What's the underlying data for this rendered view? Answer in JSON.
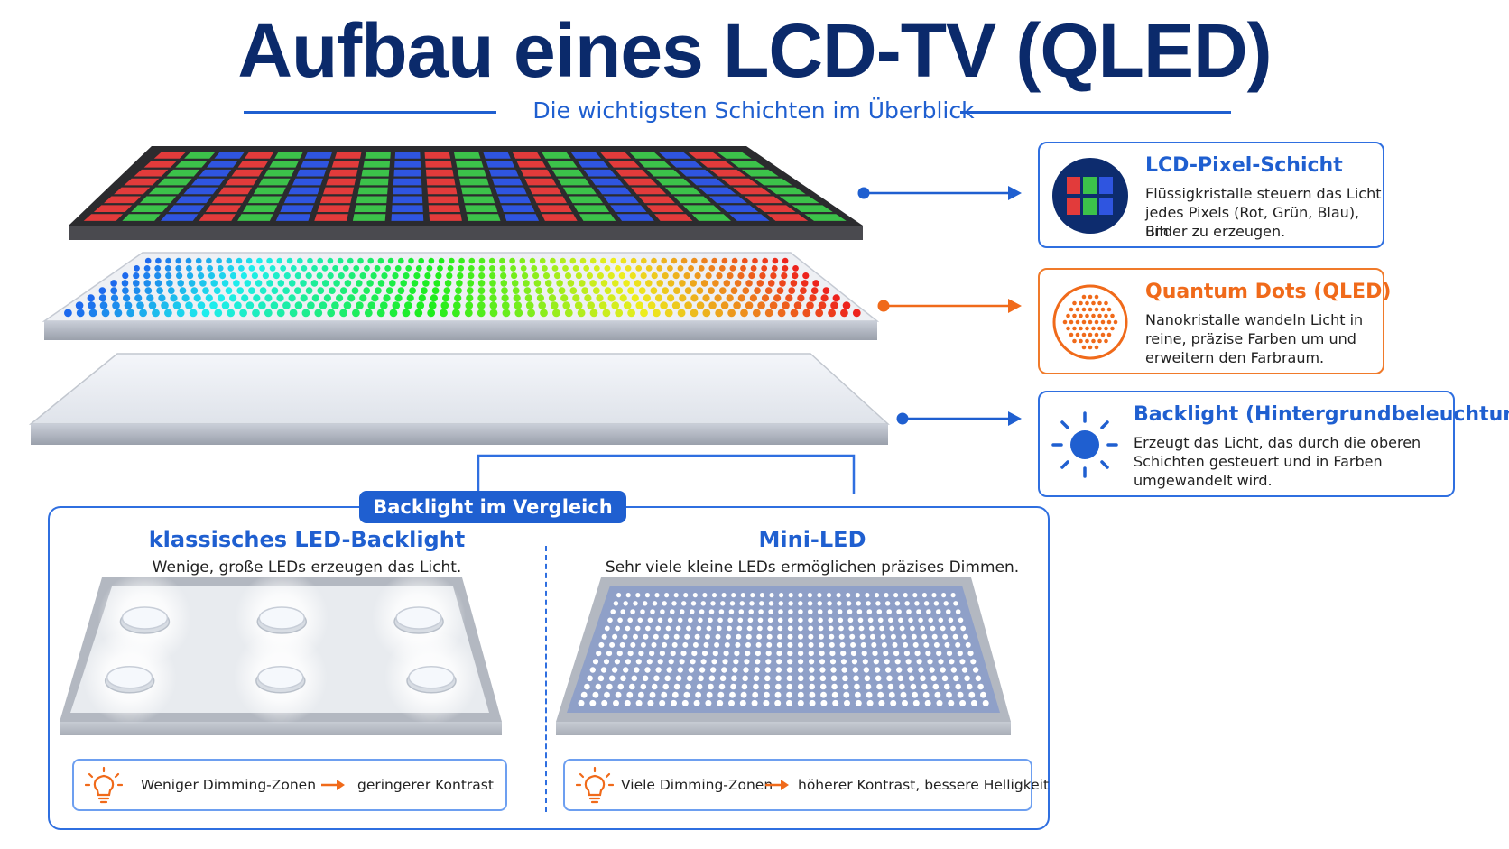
{
  "title": "Aufbau eines LCD-TV (QLED)",
  "subtitle": "Die wichtigsten Schichten im Überblick",
  "colors": {
    "blue": "#1f5fd0",
    "navy": "#0b2a6b",
    "orange": "#f06a1a",
    "red": "#e23b3b",
    "green": "#3cc24a",
    "pixel_blue": "#2f55e0"
  },
  "layers": [
    {
      "id": "lcd",
      "title": "LCD-Pixel-Schicht",
      "text": [
        "Flüssigkristalle steuern das Licht",
        "jedes Pixels (Rot, Grün, Blau), um",
        "Bilder zu erzeugen."
      ],
      "icon": "rgb-pixel-icon",
      "accent": "#1f5fd0"
    },
    {
      "id": "qd",
      "title": "Quantum Dots (QLED)",
      "text": [
        "Nanokristalle wandeln Licht in",
        "reine, präzise Farben um und",
        "erweitern den Farbraum."
      ],
      "icon": "dots-icon",
      "accent": "#f06a1a"
    },
    {
      "id": "backlight",
      "title": "Backlight (Hintergrundbeleuchtung)",
      "text": [
        "Erzeugt das Licht, das durch die oberen",
        "Schichten gesteuert und in Farben",
        "umgewandelt wird."
      ],
      "icon": "sun-icon",
      "accent": "#1f5fd0"
    }
  ],
  "comparison": {
    "badge": "Backlight im Vergleich",
    "left": {
      "title": "klassisches LED-Backlight",
      "text": "Wenige, große LEDs erzeugen das Licht.",
      "footer_a": "Weniger Dimming-Zonen",
      "footer_b": "geringerer Kontrast"
    },
    "right": {
      "title": "Mini-LED",
      "text": "Sehr viele kleine LEDs ermöglichen präzises Dimmen.",
      "footer_a": "Viele Dimming-Zonen",
      "footer_b": "höherer Kontrast, bessere Helligkeit"
    }
  }
}
